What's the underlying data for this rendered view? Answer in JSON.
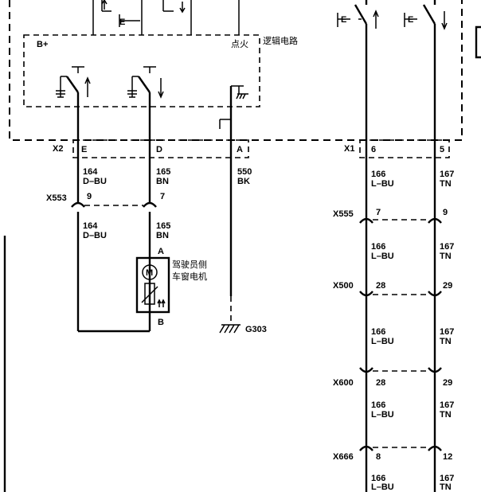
{
  "module": {
    "b_plus": "B+",
    "ignition": "点火",
    "logic_circuit": "逻辑电路",
    "x2_label": "X2",
    "x1_label": "X1",
    "pins_x2": [
      "E",
      "D",
      "A"
    ],
    "pins_x1": [
      "6",
      "5"
    ]
  },
  "left_wires": {
    "w164_upper": [
      "164",
      "D–BU"
    ],
    "w165_upper": [
      "165",
      "BN"
    ],
    "w550": [
      "550",
      "BK"
    ],
    "x553": "X553",
    "x553_pins": [
      "9",
      "7"
    ],
    "w164_lower": [
      "164",
      "D–BU"
    ],
    "w165_lower": [
      "165",
      "BN"
    ],
    "motor_pin_a": "A",
    "motor_pin_b": "B",
    "motor_symbol": "M",
    "motor_name_line1": "驾驶员侧",
    "motor_name_line2": "车窗电机",
    "ground": "G303"
  },
  "right_wires": {
    "connectors": [
      {
        "name": "X555",
        "pins": [
          "7",
          "9"
        ]
      },
      {
        "name": "X500",
        "pins": [
          "28",
          "29"
        ]
      },
      {
        "name": "X600",
        "pins": [
          "28",
          "29"
        ]
      },
      {
        "name": "X666",
        "pins": [
          "8",
          "12"
        ]
      }
    ],
    "w166": [
      "166",
      "L–BU"
    ],
    "w167": [
      "167",
      "TN"
    ]
  }
}
